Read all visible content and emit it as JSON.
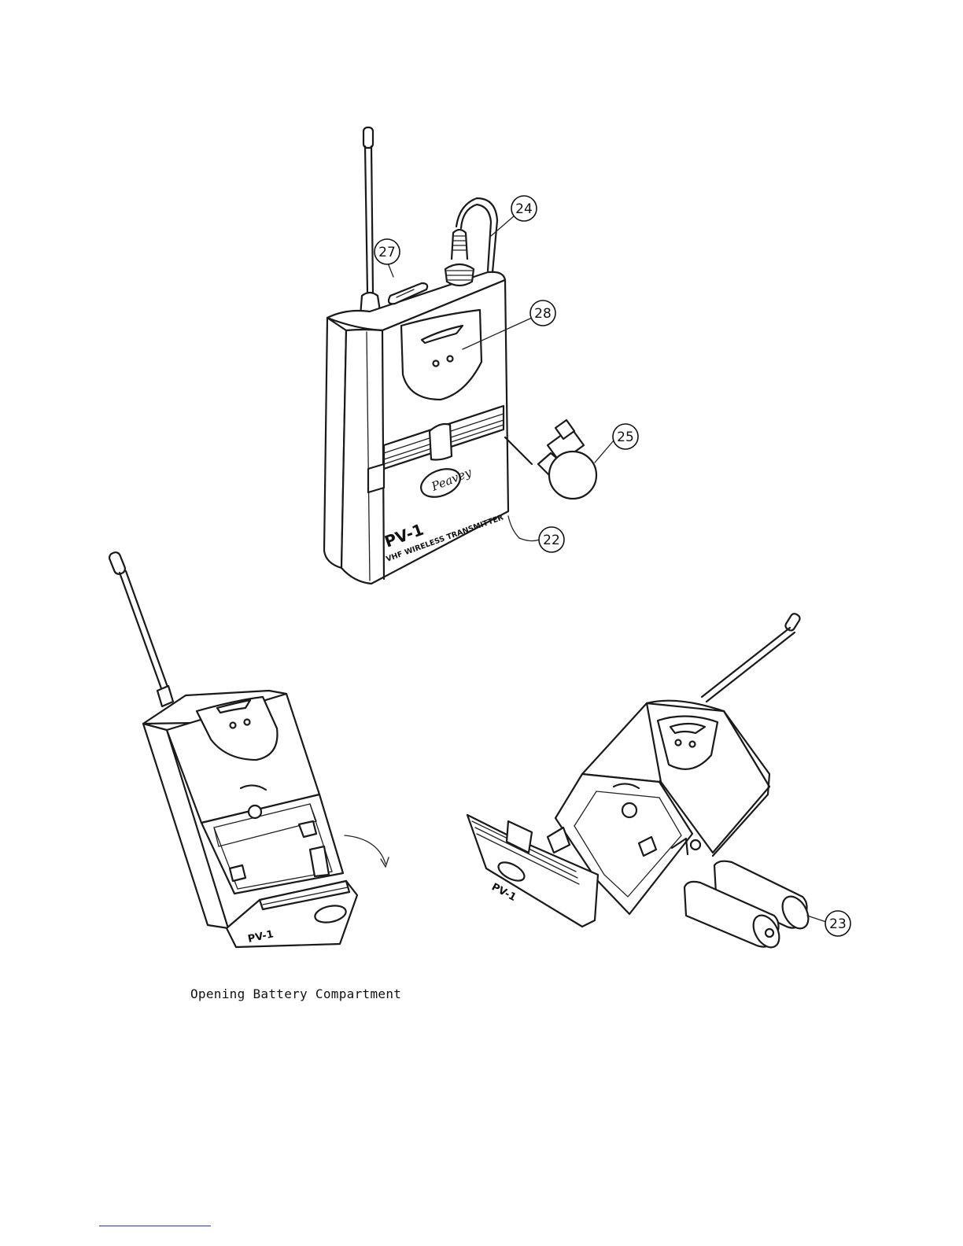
{
  "caption": "Opening Battery Compartment",
  "device_text": {
    "model": "PV-1",
    "subtitle": "VHF WIRELESS TRANSMITTER",
    "brand": "Peavey"
  },
  "callouts": [
    {
      "id": "c22",
      "label": "22"
    },
    {
      "id": "c23",
      "label": "23"
    },
    {
      "id": "c24",
      "label": "24"
    },
    {
      "id": "c25",
      "label": "25"
    },
    {
      "id": "c27",
      "label": "27"
    },
    {
      "id": "c28",
      "label": "28"
    }
  ]
}
